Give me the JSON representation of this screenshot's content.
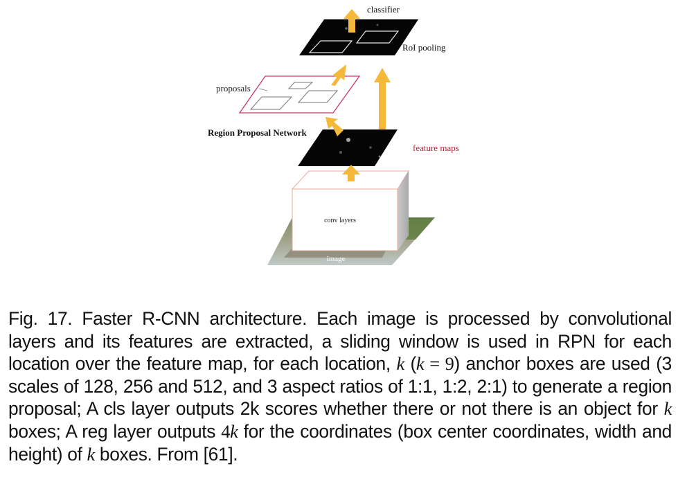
{
  "diagram": {
    "label_classifier": "classifier",
    "label_roi_pooling": "RoI pooling",
    "label_proposals": "proposals",
    "label_rpn": "Region Proposal Network",
    "label_feature_maps": "feature maps",
    "label_conv_layers": "conv layers",
    "label_image": "image"
  },
  "caption": {
    "p1": "Fig. 17. Faster R-CNN architecture. Each image is processed by convolutional layers and its features are extracted, a sliding window is used in RPN for each location over the feature map, for each location, ",
    "k1": "k",
    "p2": " (",
    "k2": "k",
    "eq": " = 9",
    "p3": ") anchor boxes are used (3 scales of 128, 256 and 512, and 3 aspect ratios of 1:1, 1:2, 2:1) to generate a region proposal; A cls layer outputs 2k scores whether there or not there is an object for ",
    "k3": "k",
    "p4": " boxes; A reg layer outputs ",
    "k4num": "4",
    "k4": "k",
    "p5": " for the coordinates (box center coordinates, width and height) of ",
    "k5": "k",
    "p6": " boxes. From [61]."
  },
  "colors": {
    "arrow_fill": "#f4b93a",
    "pink_border": "#c8386b",
    "feature_map": "#050505",
    "label_red": "#b3283a"
  }
}
